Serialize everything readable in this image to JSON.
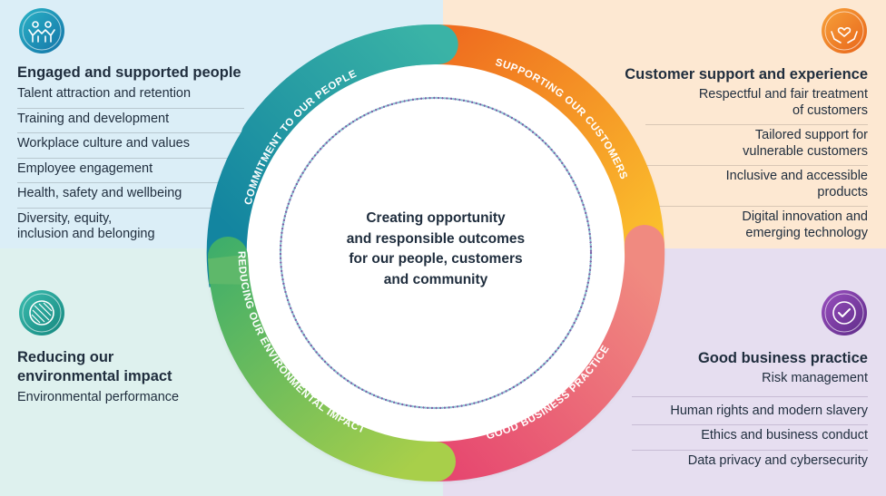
{
  "quadrants": {
    "people": {
      "heading": "Engaged and supported people",
      "items": [
        "Talent attraction and retention",
        "Training and development",
        "Workplace culture and values",
        "Employee engagement",
        "Health, safety and wellbeing",
        "Diversity, equity,\ninclusion and belonging"
      ],
      "icon": "people-icon",
      "color": "#1ba3b5"
    },
    "customers": {
      "heading": "Customer support and experience",
      "items": [
        "Respectful and fair treatment\nof customers",
        "Tailored support for\nvulnerable customers",
        "Inclusive and accessible\nproducts",
        "Digital innovation and\nemerging technology"
      ],
      "icon": "heart-hands-icon",
      "color": "#f08a1c"
    },
    "environment": {
      "heading_line1": "Reducing our",
      "heading_line2": "environmental impact",
      "items": [
        "Environmental performance"
      ],
      "icon": "globe-icon",
      "color": "#25a99c"
    },
    "business": {
      "heading": "Good business practice",
      "items": [
        "Risk management",
        "Human rights and modern slavery",
        "Ethics and business conduct",
        "Data privacy and cybersecurity"
      ],
      "icon": "checkmark-icon",
      "color": "#7b3fa0"
    }
  },
  "ring": {
    "segments": [
      {
        "label": "COMMITMENT TO OUR PEOPLE",
        "color": "#1e9aa8"
      },
      {
        "label": "SUPPORTING OUR CUSTOMERS",
        "color": "#f7941d"
      },
      {
        "label": "GOOD BUSINESS PRACTICE",
        "color": "#eb5a72"
      },
      {
        "label": "REDUCING OUR ENVIRONMENTAL IMPACT",
        "color": "#7cc04b"
      }
    ]
  },
  "center": {
    "line1": "Creating opportunity",
    "line2": "and responsible outcomes",
    "line3": "for our people, customers",
    "line4": "and community"
  }
}
